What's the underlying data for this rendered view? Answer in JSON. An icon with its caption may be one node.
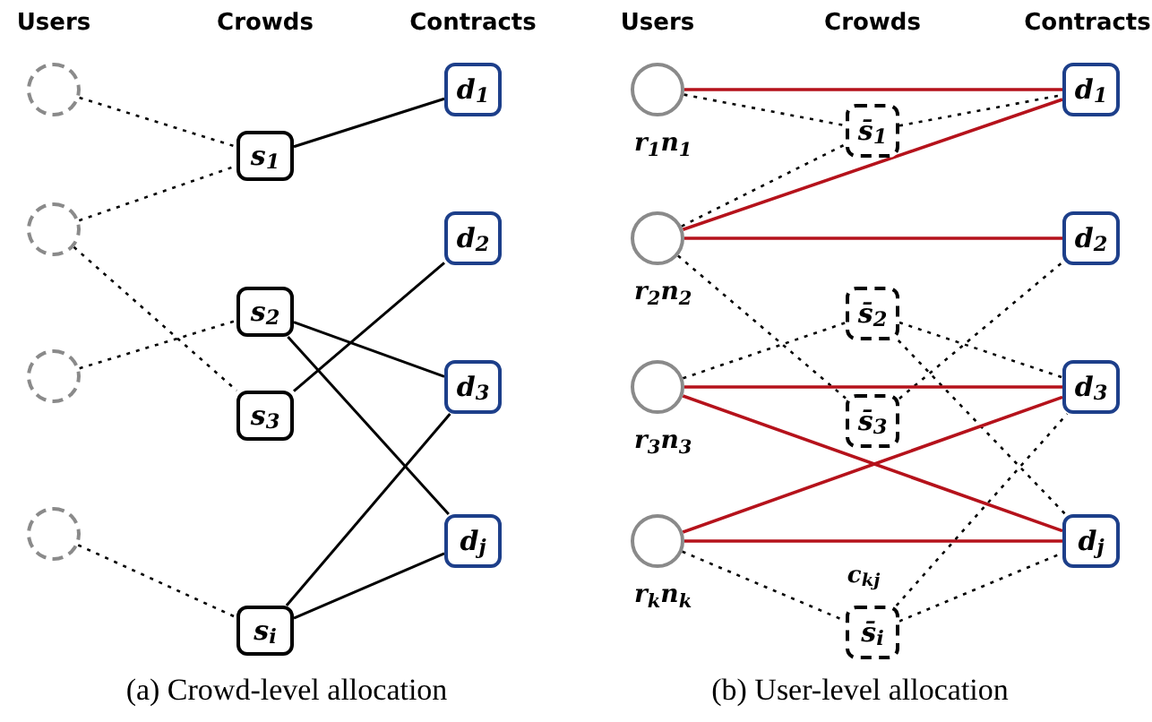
{
  "diagram": {
    "nodes": [
      {
        "text": [],
        "shape": "circle"
      },
      {
        "text": [],
        "shape": "circle"
      },
      {
        "text": [],
        "shape": "circle"
      },
      {
        "text": [],
        "shape": "circle"
      },
      {
        "text": [
          "s$_{1}$"
        ]
      },
      {
        "text": [
          "s$_{2}$"
        ]
      },
      {
        "text": [
          "s$_{3}$"
        ]
      },
      {
        "text": [
          "s$_{i}$"
        ]
      },
      {
        "text": [
          "d$_{1}$"
        ]
      },
      {
        "text": [
          "d$_{2}$"
        ]
      },
      {
        "text": [
          "d$_{3}$"
        ]
      },
      {
        "text": [
          "d$_{j}$"
        ]
      },
      {
        "text": [],
        "shape": "circle",
        "beside": [
          "r$_{1}$n$_{1}$"
        ]
      },
      {
        "text": [],
        "shape": "circle",
        "beside": [
          "r$_{2}$n$_{2}$"
        ]
      },
      {
        "text": [],
        "shape": "circle",
        "beside": [
          "r$_{3}$n$_{3}$"
        ]
      },
      {
        "text": [],
        "shape": "circle",
        "beside": [
          "r$_{k}$n$_{k}$"
        ]
      },
      {
        "text": [
          "s̄$_{1}$"
        ]
      },
      {
        "text": [
          "s̄$_{2}$"
        ]
      },
      {
        "text": [
          "s̄$_{3}$"
        ]
      },
      {
        "text": [
          "s̄$_{i}$"
        ]
      },
      {
        "text": [
          "d$_{1}$"
        ]
      },
      {
        "text": [
          "d$_{2}$"
        ]
      },
      {
        "text": [
          "d$_{3}$"
        ]
      },
      {
        "text": [
          "d$_{j}$"
        ]
      }
    ],
    "edges": [
      {
        "from": 0,
        "to": 4,
        "arrow": "none",
        "style": "dashed"
      },
      {
        "from": 1,
        "to": 4,
        "arrow": "none",
        "style": "dashed"
      },
      {
        "from": 1,
        "to": 6,
        "arrow": "none",
        "style": "dashed"
      },
      {
        "from": 2,
        "to": 5,
        "arrow": "none",
        "style": "dashed"
      },
      {
        "from": 3,
        "to": 7,
        "arrow": "none",
        "style": "dashed"
      },
      {
        "from": 4,
        "to": 8,
        "arrow": "none"
      },
      {
        "from": 6,
        "to": 9,
        "arrow": "none"
      },
      {
        "from": 5,
        "to": 10,
        "arrow": "none"
      },
      {
        "from": 5,
        "to": 11,
        "arrow": "none"
      },
      {
        "from": 7,
        "to": 10,
        "arrow": "none"
      },
      {
        "from": 7,
        "to": 11,
        "arrow": "none"
      },
      {
        "from": 12,
        "to": 20,
        "arrow": "none",
        "color": "#b5121b"
      },
      {
        "from": 12,
        "to": 16,
        "arrow": "none",
        "style": "dashed"
      },
      {
        "from": 16,
        "to": 20,
        "arrow": "none",
        "style": "dashed"
      },
      {
        "from": 13,
        "to": 16,
        "arrow": "none",
        "style": "dashed"
      },
      {
        "from": 13,
        "to": 20,
        "arrow": "none",
        "color": "#b5121b"
      },
      {
        "from": 13,
        "to": 21,
        "arrow": "none",
        "color": "#b5121b"
      },
      {
        "from": 13,
        "to": 18,
        "arrow": "none",
        "style": "dashed"
      },
      {
        "from": 14,
        "to": 17,
        "arrow": "none",
        "style": "dashed"
      },
      {
        "from": 17,
        "to": 22,
        "arrow": "none",
        "style": "dashed"
      },
      {
        "from": 17,
        "to": 23,
        "arrow": "none",
        "style": "dashed"
      },
      {
        "from": 18,
        "to": 21,
        "arrow": "none",
        "style": "dashed"
      },
      {
        "from": 14,
        "to": 22,
        "arrow": "none",
        "color": "#b5121b"
      },
      {
        "from": 14,
        "to": 23,
        "arrow": "none",
        "color": "#b5121b"
      },
      {
        "from": 15,
        "to": 22,
        "arrow": "none",
        "color": "#b5121b"
      },
      {
        "from": 15,
        "to": 23,
        "arrow": "none",
        "color": "#b5121b",
        "label": "c$_{kj}$"
      },
      {
        "from": 15,
        "to": 19,
        "arrow": "none",
        "style": "dashed"
      },
      {
        "from": 19,
        "to": 22,
        "arrow": "none",
        "style": "dashed"
      },
      {
        "from": 19,
        "to": 23,
        "arrow": "none",
        "style": "dashed"
      }
    ],
    "labels": [
      "Users",
      "Crowds",
      "Contracts",
      "Users",
      "Crowds",
      "Contracts",
      "(a) Crowd-level allocation",
      "(b) User-level allocation"
    ]
  }
}
